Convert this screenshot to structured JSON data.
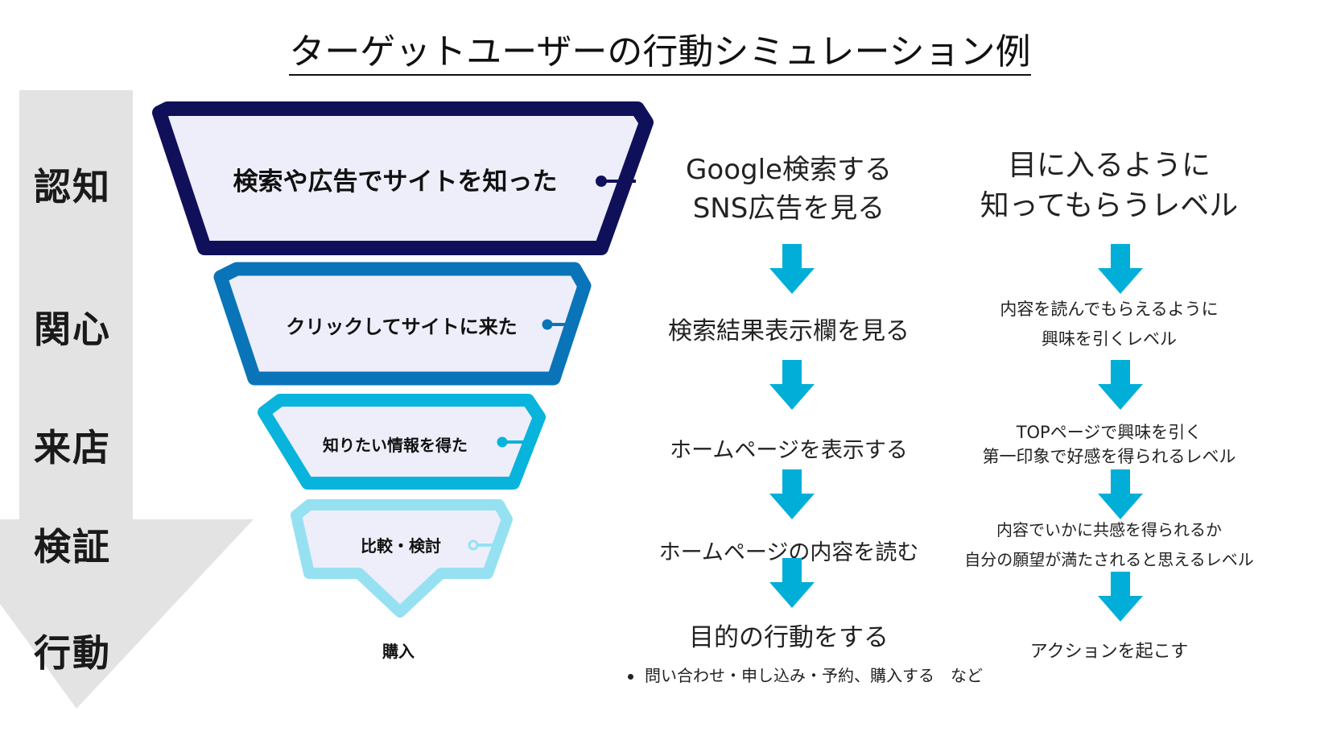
{
  "title": "ターゲットユーザーの行動シミュレーション例",
  "stages": [
    "認知",
    "関心",
    "来店",
    "検証",
    "行動"
  ],
  "funnel": {
    "levels": [
      {
        "label": "検索や広告でサイトを知った",
        "border": "#10105a"
      },
      {
        "label": "クリックしてサイトに来た",
        "border": "#0a74b8"
      },
      {
        "label": "知りたい情報を得た",
        "border": "#08b4dc"
      },
      {
        "label": "比較・検討",
        "border": "#95e1f2"
      }
    ],
    "bottom_label": "購入",
    "fill": "#eeeefb"
  },
  "middle_column": {
    "step1_line1": "Google検索する",
    "step1_line2": "SNS広告を見る",
    "step2": "検索結果表示欄を見る",
    "step3": "ホームページを表示する",
    "step4": "ホームページの内容を読む",
    "step5": "目的の行動をする",
    "note": "問い合わせ・申し込み・予約、購入する　など"
  },
  "right_column": {
    "step1_line1": "目に入るように",
    "step1_line2": "知ってもらうレベル",
    "step2_line1": "内容を読んでもらえるように",
    "step2_line2": "興味を引くレベル",
    "step3_line1": "TOPページで興味を引く",
    "step3_line2": "第一印象で好感を得られるレベル",
    "step4_line1": "内容でいかに共感を得られるか",
    "step4_line2": "自分の願望が満たされると思えるレベル",
    "step5": "アクションを起こす"
  },
  "colors": {
    "big_arrow": "#e3e3e3",
    "down_arrow": "#00aed8",
    "connector": "#10105a"
  },
  "icons": {
    "down_arrow": "down-arrow-icon",
    "big_arrow": "big-down-arrow-icon"
  }
}
